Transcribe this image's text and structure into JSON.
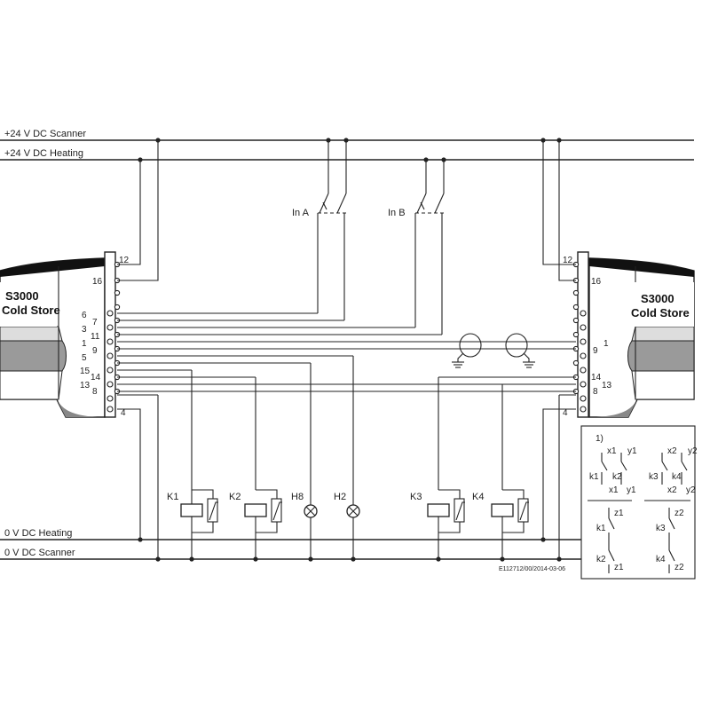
{
  "rails": {
    "scanner_24v": "+24 V DC Scanner",
    "heating_24v": "+24 V DC Heating",
    "heating_0v": "0 V DC Heating",
    "scanner_0v": "0 V DC Scanner"
  },
  "devices": {
    "left": {
      "name_line1": "S3000",
      "name_line2": "Cold Store"
    },
    "right": {
      "name_line1": "S3000",
      "name_line2": "Cold Store"
    }
  },
  "pins_left": {
    "p12": "12",
    "p16": "16",
    "p6": "6",
    "p7": "7",
    "p3": "3",
    "p11": "11",
    "p1": "1",
    "p9": "9",
    "p5": "5",
    "p15": "15",
    "p14": "14",
    "p13": "13",
    "p8": "8",
    "p4": "4"
  },
  "pins_right": {
    "p12": "12",
    "p16": "16",
    "p1": "1",
    "p9": "9",
    "p14": "14",
    "p13": "13",
    "p8": "8",
    "p4": "4"
  },
  "inputs": {
    "in_a": "In A",
    "in_b": "In B"
  },
  "components": {
    "k1": "K1",
    "k2": "K2",
    "h8": "H8",
    "h2": "H2",
    "k3": "K3",
    "k4": "K4"
  },
  "legend": {
    "note": "1)",
    "x1": "x1",
    "y1": "y1",
    "k1": "k1",
    "k2": "k2",
    "x2": "x2",
    "y2": "y2",
    "k3": "k3",
    "k4": "k4",
    "x1b": "x1",
    "y1b": "y1",
    "x2b": "x2",
    "y2b": "y2",
    "z1": "z1",
    "z2": "z2",
    "k1b": "k1",
    "k3b": "k3",
    "k2b": "k2",
    "z1b": "z1",
    "k4b": "k4",
    "z2b": "z2"
  },
  "doc_id": "E112712/00/2014-03-06"
}
